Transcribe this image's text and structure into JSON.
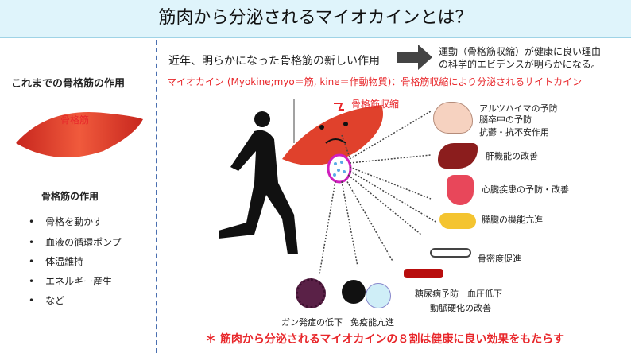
{
  "title": "筋肉から分泌されるマイオカインとは？",
  "left": {
    "heading": "これまでの骨格筋の作用",
    "muscle_label": "骨格筋",
    "subheading": "骨格筋の作用",
    "items": [
      "骨格を動かす",
      "血液の循環ポンプ",
      "体温維持",
      "エネルギー産生",
      "など"
    ]
  },
  "main": {
    "intro": "近年、明らかになった骨格筋の新しい作用",
    "result_line1": "運動（骨格筋収縮）が健康に良い理由",
    "result_line2": "の科学的エビデンスが明らかになる。",
    "definition": "マイオカイン (Myokine;myo＝筋, kine＝作動物質)：骨格筋収縮により分泌されるサイトカイン",
    "contraction_label": "骨格筋収縮",
    "effects": {
      "brain": [
        "アルツハイマの予防",
        "脳卒中の予防",
        "抗鬱・抗不安作用"
      ],
      "liver": "肝機能の改善",
      "heart": "心臓疾患の予防・改善",
      "pancreas": "膵臓の機能亢進",
      "bone": "骨密度促進",
      "vessel": [
        "糖尿病予防　血圧低下",
        "動脈硬化の改善"
      ],
      "cancer": "ガン発症の低下",
      "immune": "免疫能亢進"
    },
    "conclusion": "＊ 筋肉から分泌されるマイオカインの８割は健康に良い効果をもたらす"
  },
  "colors": {
    "accent": "#e8262a",
    "title_bg": "#dff4fb",
    "divider": "#4a6fb0"
  }
}
